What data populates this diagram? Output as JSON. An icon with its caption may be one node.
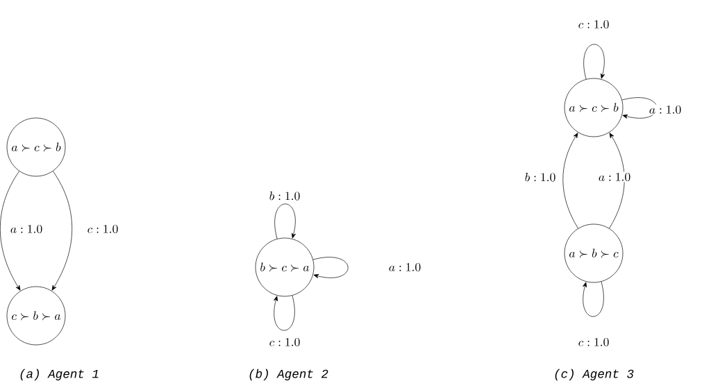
{
  "diagram": {
    "nodes": [
      {
        "text": [
          "a \\succ c \\succ b"
        ]
      },
      {
        "text": [
          "c \\succ b \\succ a"
        ]
      },
      {
        "text": [
          "b \\succ c \\succ a"
        ]
      },
      {
        "text": [
          "a \\succ c \\succ b"
        ]
      },
      {
        "text": [
          "a \\succ b \\succ c"
        ]
      }
    ],
    "edges": [
      {
        "from": 0,
        "to": 1,
        "arrow": "to",
        "label": "a : 1.0"
      },
      {
        "from": 0,
        "to": 1,
        "arrow": "to",
        "label": "c : 1.0"
      },
      {
        "from": 2,
        "to": 2,
        "arrow": "to",
        "label": "b : 1.0"
      },
      {
        "from": 2,
        "to": 2,
        "arrow": "to",
        "label": "a : 1.0"
      },
      {
        "from": 2,
        "to": 2,
        "arrow": "to",
        "label": "c : 1.0"
      },
      {
        "from": 3,
        "to": 3,
        "arrow": "to",
        "label": "c : 1.0"
      },
      {
        "from": 3,
        "to": 3,
        "arrow": "to",
        "label": "a : 1.0"
      },
      {
        "from": 4,
        "to": 3,
        "arrow": "to",
        "label": "b : 1.0"
      },
      {
        "from": 4,
        "to": 3,
        "arrow": "to",
        "label": "a : 1.0"
      },
      {
        "from": 4,
        "to": 4,
        "arrow": "to",
        "label": "c : 1.0"
      }
    ],
    "labels": [
      "(a) Agent 1",
      "(b) Agent 2",
      "(c) Agent 3"
    ]
  }
}
